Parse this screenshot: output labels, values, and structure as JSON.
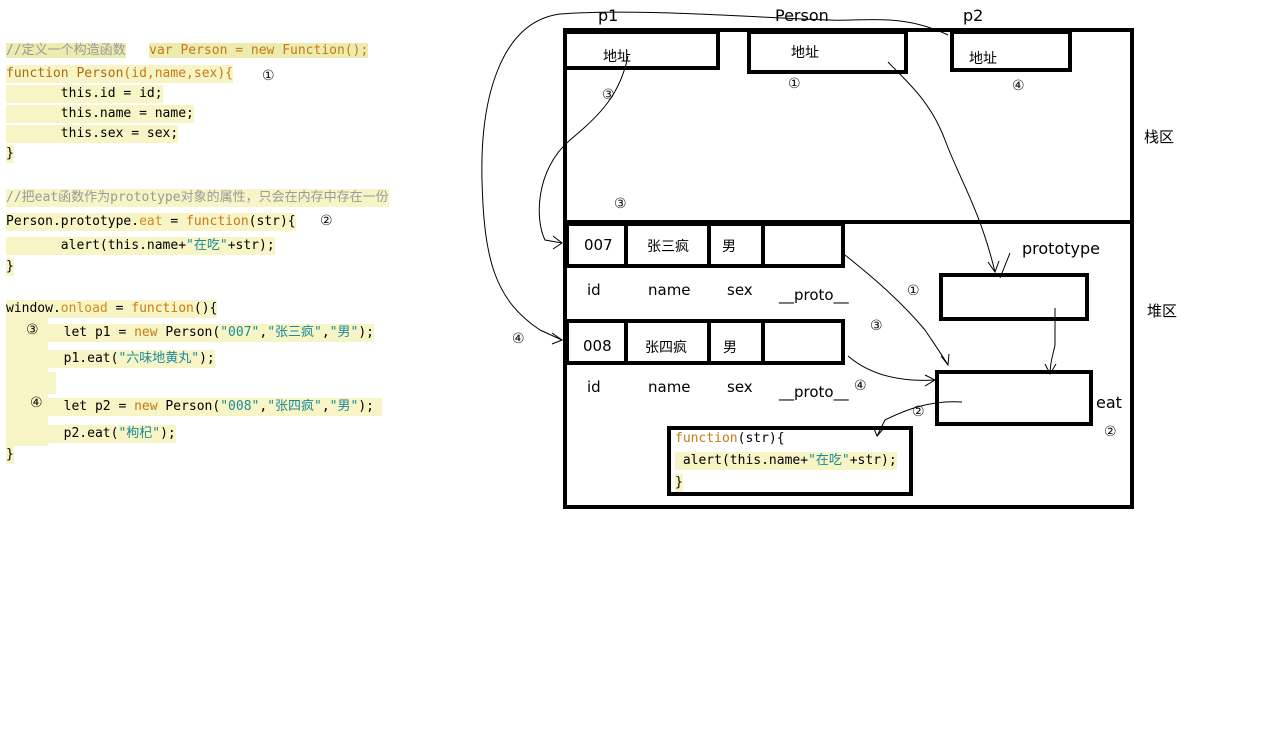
{
  "code": {
    "l1_comment": "//定义一个构造函数",
    "l1_var": "var Person = new Function();",
    "l2_kw": "function",
    "l2_name": "Person",
    "l2_params": "(id,name,sex){",
    "l3": "this.id = id;",
    "l4": "this.name = name;",
    "l5": "this.sex = sex;",
    "l6": "}",
    "l7_comment": "//把eat函数作为prototype对象的属性，只会在内存中存在一份",
    "l8_a": "Person.prototype.",
    "l8_eat": "eat",
    "l8_b": " = ",
    "l8_fn": "function",
    "l8_c": "(str){",
    "l9_a": "alert(this.name+",
    "l9_str": "\"在吃\"",
    "l9_b": "+str);",
    "l10": "}",
    "l11_a": "window.",
    "l11_onload": "onload",
    "l11_b": " = ",
    "l11_fn": "function",
    "l11_c": "(){",
    "l12_a": "let p1 = ",
    "l12_new": "new",
    "l12_b": " Person(",
    "l12_s1": "\"007\"",
    "l12_s2": "\"张三疯\"",
    "l12_s3": "\"男\"",
    "l12_c": ");",
    "l13_a": "p1.eat(",
    "l13_s": "\"六味地黄丸\"",
    "l13_b": ");",
    "l14_a": "let p2 = ",
    "l14_new": "new",
    "l14_b": " Person(",
    "l14_s1": "\"008\"",
    "l14_s2": "\"张四疯\"",
    "l14_s3": "\"男\"",
    "l14_c": ");",
    "l15_a": "p2.eat(",
    "l15_s": "\"枸杞\"",
    "l15_b": ");",
    "l16": "}",
    "comma": ","
  },
  "markers": {
    "m1": "①",
    "m2": "②",
    "m3": "③",
    "m4": "④"
  },
  "diagram": {
    "stack_vars": [
      "p1",
      "Person",
      "p2"
    ],
    "addr": "地址",
    "stack_label": "栈区",
    "heap_label": "堆区",
    "obj1": {
      "id": "007",
      "name": "张三疯",
      "sex": "男"
    },
    "obj2": {
      "id": "008",
      "name": "张四疯",
      "sex": "男"
    },
    "fields": {
      "id": "id",
      "name": "name",
      "sex": "sex",
      "proto": "__proto__"
    },
    "prototype_label": "prototype",
    "eat_label": "eat",
    "func_code": {
      "l1_kw": "function",
      "l1_rest": "(str){",
      "l2_a": "alert(this.name+",
      "l2_str": "\"在吃\"",
      "l2_b": "+str);",
      "l3": "}"
    }
  }
}
